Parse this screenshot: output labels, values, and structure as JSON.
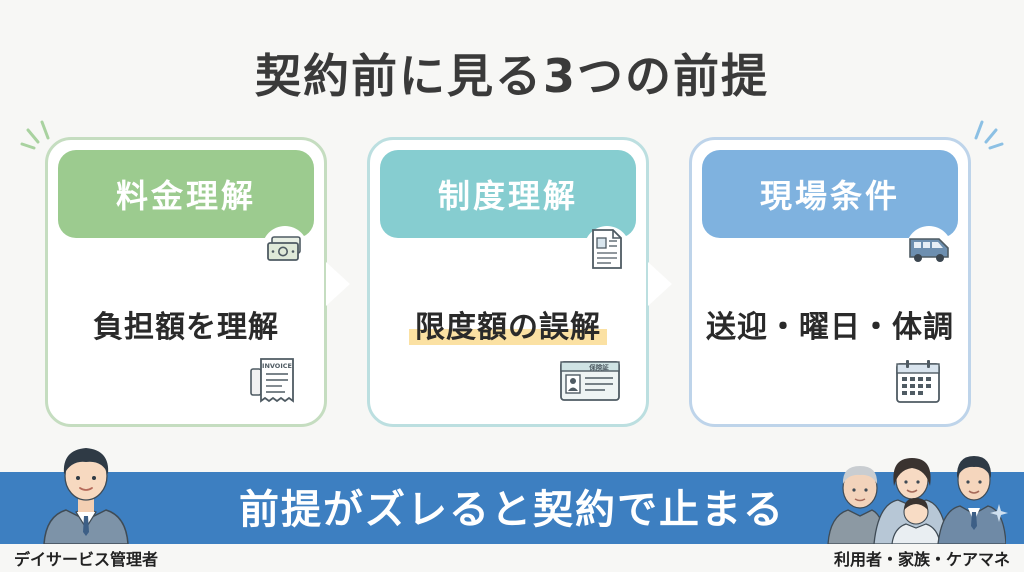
{
  "title": "契約前に見る3つの前提",
  "cards": [
    {
      "header": "料金理解",
      "body": "負担額を理解",
      "top_icon": "money-icon",
      "bottom_icon": "invoice-icon",
      "bottom_icon_label": "INVOICE",
      "color": "#9ccb8f"
    },
    {
      "header": "制度理解",
      "body": "限度額の誤解",
      "top_icon": "document-icon",
      "bottom_icon": "insurance-card-icon",
      "bottom_icon_label": "保険証",
      "color": "#86cdd0"
    },
    {
      "header": "現場条件",
      "body": "送迎・曜日・体調",
      "top_icon": "van-icon",
      "bottom_icon": "calendar-icon",
      "color": "#7fb2df"
    }
  ],
  "banner": "前提がズレると契約で止まる",
  "captions": {
    "left": "デイサービス管理者",
    "right": "利用者・家族・ケアマネ"
  },
  "colors": {
    "banner": "#3d7fc1",
    "highlight": "#fbe1a3"
  }
}
